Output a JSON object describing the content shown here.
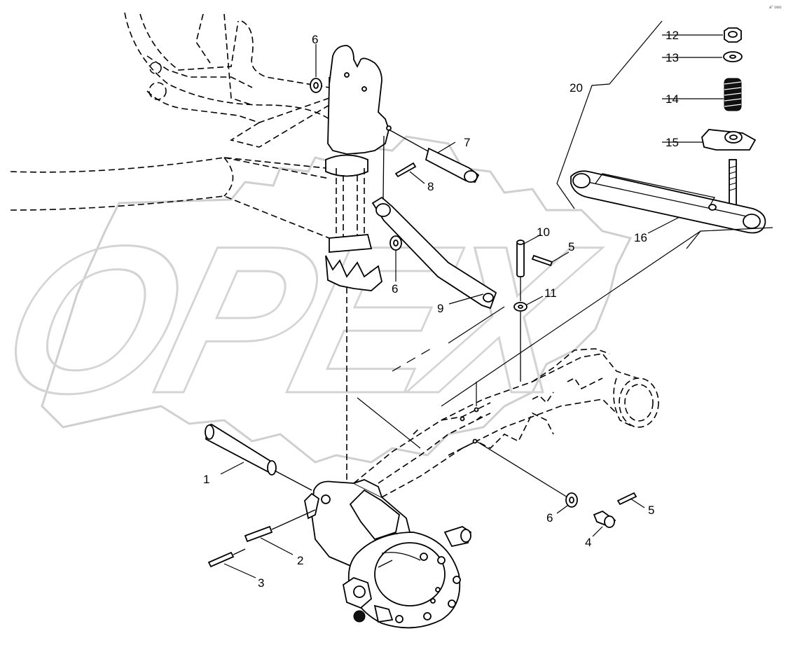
{
  "watermark": {
    "text": "OPEX"
  },
  "corner_mark": "a° ooo",
  "callouts": [
    {
      "id": "c1",
      "label": "1"
    },
    {
      "id": "c2",
      "label": "2"
    },
    {
      "id": "c3",
      "label": "3"
    },
    {
      "id": "c4",
      "label": "4"
    },
    {
      "id": "c5a",
      "label": "5"
    },
    {
      "id": "c5b",
      "label": "5"
    },
    {
      "id": "c6a",
      "label": "6"
    },
    {
      "id": "c6b",
      "label": "6"
    },
    {
      "id": "c6c",
      "label": "6"
    },
    {
      "id": "c7",
      "label": "7"
    },
    {
      "id": "c8",
      "label": "8"
    },
    {
      "id": "c9",
      "label": "9"
    },
    {
      "id": "c10",
      "label": "10"
    },
    {
      "id": "c11",
      "label": "11"
    },
    {
      "id": "c12",
      "label": "12"
    },
    {
      "id": "c13",
      "label": "13"
    },
    {
      "id": "c14",
      "label": "14"
    },
    {
      "id": "c15",
      "label": "15"
    },
    {
      "id": "c16",
      "label": "16"
    },
    {
      "id": "c20",
      "label": "20"
    }
  ]
}
